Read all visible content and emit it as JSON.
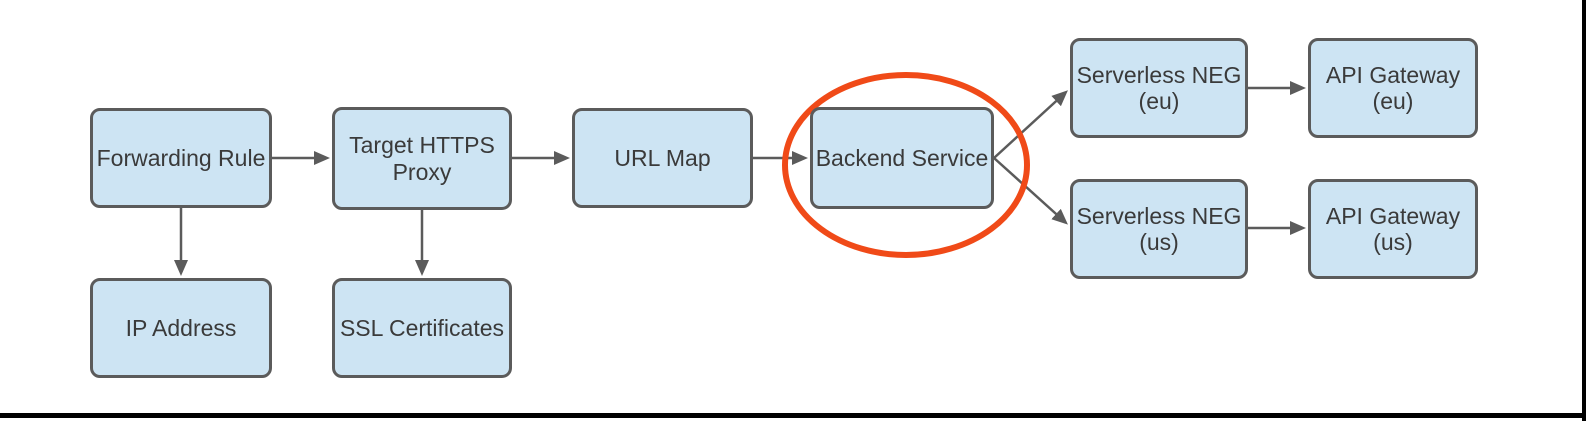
{
  "diagram": {
    "nodes": [
      {
        "id": "forwarding-rule",
        "label": "Forwarding Rule"
      },
      {
        "id": "target-https-proxy",
        "label": "Target HTTPS\nProxy"
      },
      {
        "id": "url-map",
        "label": "URL Map"
      },
      {
        "id": "backend-service",
        "label": "Backend Service",
        "highlighted": true
      },
      {
        "id": "serverless-neg-eu",
        "label": "Serverless NEG\n(eu)"
      },
      {
        "id": "api-gateway-eu",
        "label": "API Gateway\n(eu)"
      },
      {
        "id": "serverless-neg-us",
        "label": "Serverless NEG\n(us)"
      },
      {
        "id": "api-gateway-us",
        "label": "API Gateway\n(us)"
      },
      {
        "id": "ip-address",
        "label": "IP Address"
      },
      {
        "id": "ssl-certificates",
        "label": "SSL Certificates"
      }
    ],
    "edges": [
      {
        "from": "forwarding-rule",
        "to": "target-https-proxy"
      },
      {
        "from": "target-https-proxy",
        "to": "url-map"
      },
      {
        "from": "url-map",
        "to": "backend-service"
      },
      {
        "from": "backend-service",
        "to": "serverless-neg-eu"
      },
      {
        "from": "backend-service",
        "to": "serverless-neg-us"
      },
      {
        "from": "serverless-neg-eu",
        "to": "api-gateway-eu"
      },
      {
        "from": "serverless-neg-us",
        "to": "api-gateway-us"
      },
      {
        "from": "forwarding-rule",
        "to": "ip-address"
      },
      {
        "from": "target-https-proxy",
        "to": "ssl-certificates"
      }
    ],
    "highlight": {
      "shape": "ellipse",
      "around": "backend-service",
      "color": "#f04a18"
    }
  },
  "colors": {
    "node_fill": "#cde4f3",
    "node_border": "#5b5b5b",
    "arrow": "#5b5b5b",
    "text": "#3a3a3a",
    "highlight_ellipse": "#f04a18",
    "frame_line": "#000000",
    "background": "#ffffff"
  }
}
